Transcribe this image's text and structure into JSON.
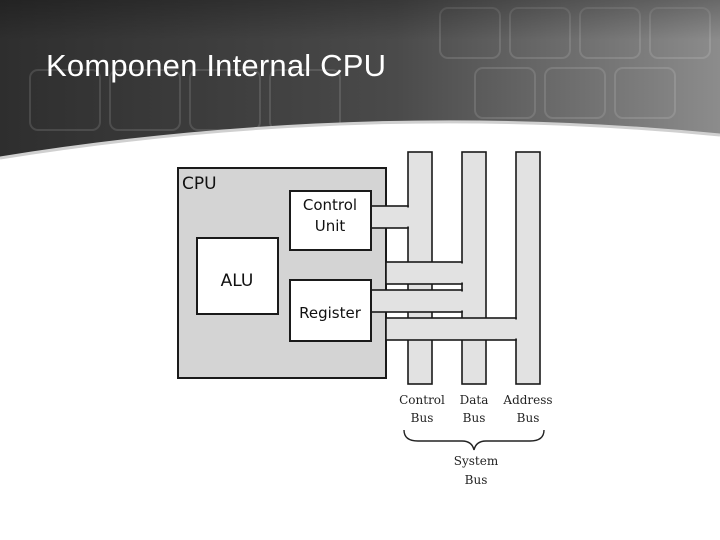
{
  "slide": {
    "title": "Komponen Internal CPU"
  },
  "diagram": {
    "cpu_label": "CPU",
    "alu_label": "ALU",
    "control_unit_label": [
      "Control",
      "Unit"
    ],
    "register_label": "Register",
    "buses": [
      {
        "line1": "Control",
        "line2": "Bus"
      },
      {
        "line1": "Data",
        "line2": "Bus"
      },
      {
        "line1": "Address",
        "line2": "Bus"
      }
    ],
    "system_bus_label": [
      "System",
      "Bus"
    ]
  },
  "colors": {
    "cpu_fill": "#d4d4d4",
    "box_fill": "#ffffff",
    "bus_fill": "#e2e2e2",
    "stroke": "#1a1a1a",
    "banner_dark": "#3a3a3a",
    "title_text": "#ffffff"
  }
}
